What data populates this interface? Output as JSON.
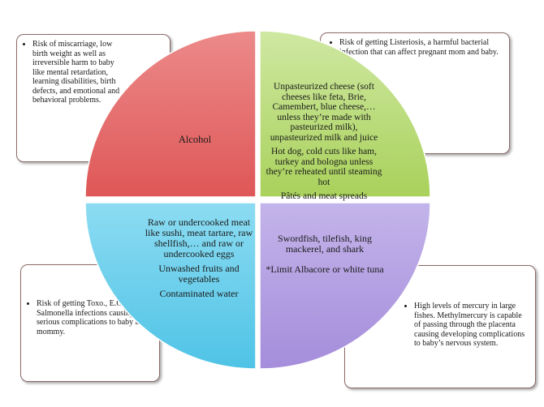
{
  "quadrants": {
    "top_left": {
      "label": "Alcohol",
      "color": "#e15b5b"
    },
    "top_right": {
      "items": [
        "Unpasteurized cheese (soft cheeses like feta, Brie, Camembert, blue cheese,… unless they’re made with pasteurized milk), unpasteurized milk and juice",
        "Hot dog, cold cuts like ham, turkey and bologna unless they’re reheated until steaming hot",
        "Pâtés and meat spreads"
      ],
      "color": "#b5da6c"
    },
    "bottom_left": {
      "items": [
        "Raw or undercooked meat like sushi, meat tartare, raw shellfish,… and raw or undercooked eggs",
        "Unwashed fruits and vegetables",
        "Contaminated water"
      ],
      "color": "#5bc9e8"
    },
    "bottom_right": {
      "items": [
        "Swordfish, tilefish, king mackerel, and shark",
        "*Limit Albacore or white tuna"
      ],
      "color": "#b19ae0"
    }
  },
  "callouts": {
    "top_left": "Risk of miscarriage, low birth weight as well as irreversible harm to baby like mental retardation, learning disabilities, birth defects, and emotional and behavioral problems.",
    "top_right": "Risk of getting Listeriosis, a harmful bacterial infection that can affect pregnant mom and baby.",
    "bottom_left": "Risk of getting Toxo., E.Coli or Salmonella infections causing serious complications to baby and mommy.",
    "bottom_right": "High levels of mercury in large fishes. Methylmercury is capable of passing through the placenta causing developing complications to baby’s nervous system."
  }
}
